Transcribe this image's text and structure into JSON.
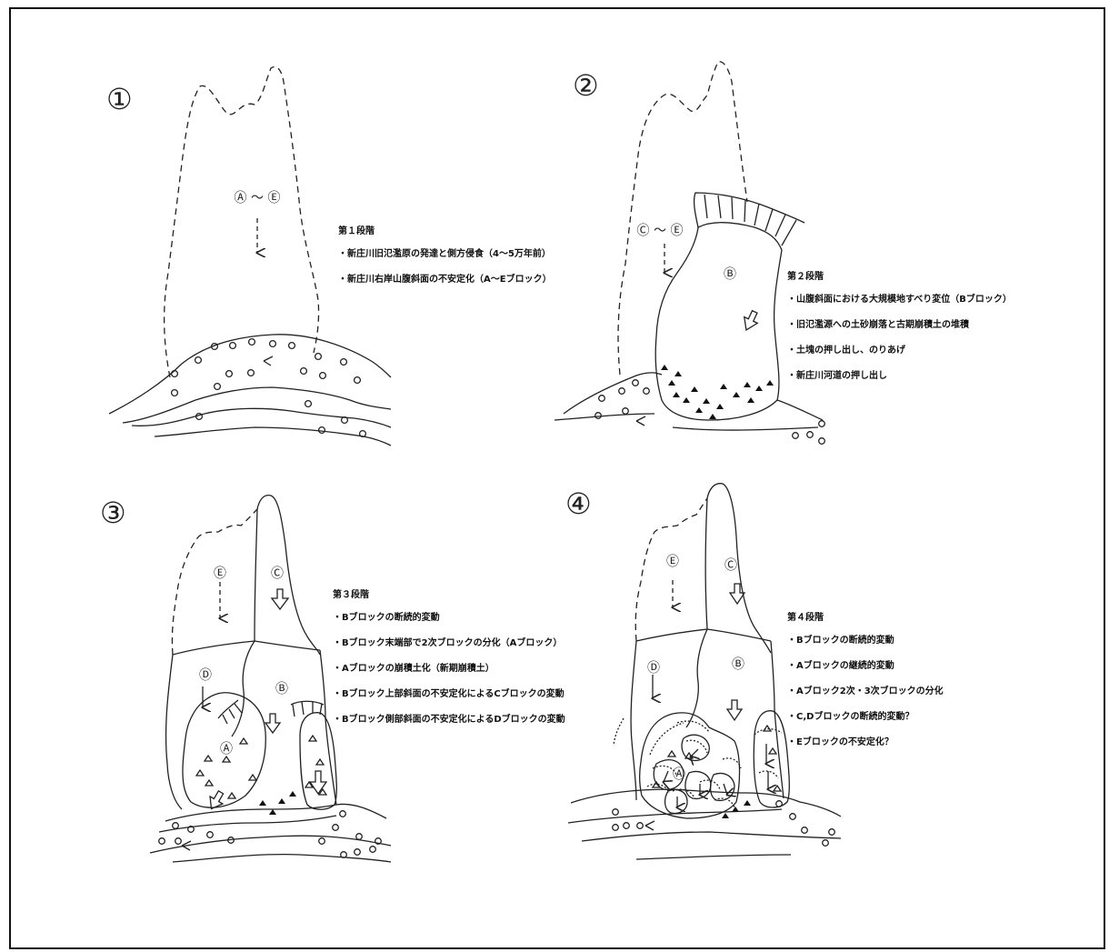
{
  "panels": [
    {
      "number": "①",
      "label": "Ⓐ ～ Ⓔ",
      "title": "第１段階",
      "items": [
        "新庄川旧氾濫原の発達と側方侵食（4～5万年前）",
        "新庄川右岸山腹斜面の不安定化（A～Eブロック）"
      ]
    },
    {
      "number": "②",
      "label": "Ⓒ ～ Ⓔ",
      "block": "Ⓑ",
      "title": "第２段階",
      "items": [
        "山腹斜面における大規模地すべり変位（Bブロック）",
        "旧氾濫源への土砂崩落と古期崩積土の堆積",
        "土塊の押し出し、のりあげ",
        "新庄川河道の押し出し"
      ]
    },
    {
      "number": "③",
      "blocks": [
        "Ⓔ",
        "Ⓒ",
        "Ⓓ",
        "Ⓑ",
        "Ⓐ"
      ],
      "title": "第３段階",
      "items": [
        "Bブロックの断続的変動",
        "Bブロック末端部で2次ブロックの分化（Aブロック）",
        "Aブロックの崩積土化（新期崩積土）",
        "Bブロック上部斜面の不安定化によるCブロックの変動",
        "Bブロック側部斜面の不安定化によるDブロックの変動"
      ]
    },
    {
      "number": "④",
      "blocks": [
        "Ⓔ",
        "Ⓒ",
        "Ⓓ",
        "Ⓑ",
        "Ⓐ"
      ],
      "title": "第４段階",
      "items": [
        "Bブロックの断続的変動",
        "Aブロックの継続的変動",
        "Aブロック2次・3次ブロックの分化",
        "C,Dブロックの断続的変動？",
        "Eブロックの不安定化？"
      ]
    }
  ]
}
